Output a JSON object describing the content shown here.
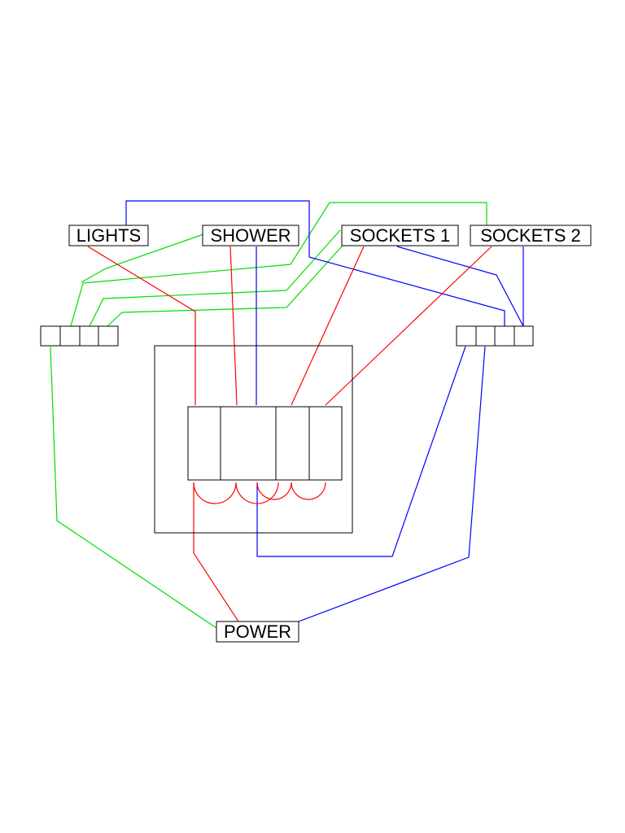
{
  "labels": {
    "lights": "LIGHTS",
    "shower": "SHOWER",
    "sockets_1": "SOCKETS 1",
    "sockets_2": "SOCKETS 2",
    "power": "POWER"
  },
  "colors": {
    "live": "#ff0000",
    "neutral": "#0000ff",
    "earth": "#00dd00",
    "outline": "#000000",
    "background": "#ffffff"
  }
}
